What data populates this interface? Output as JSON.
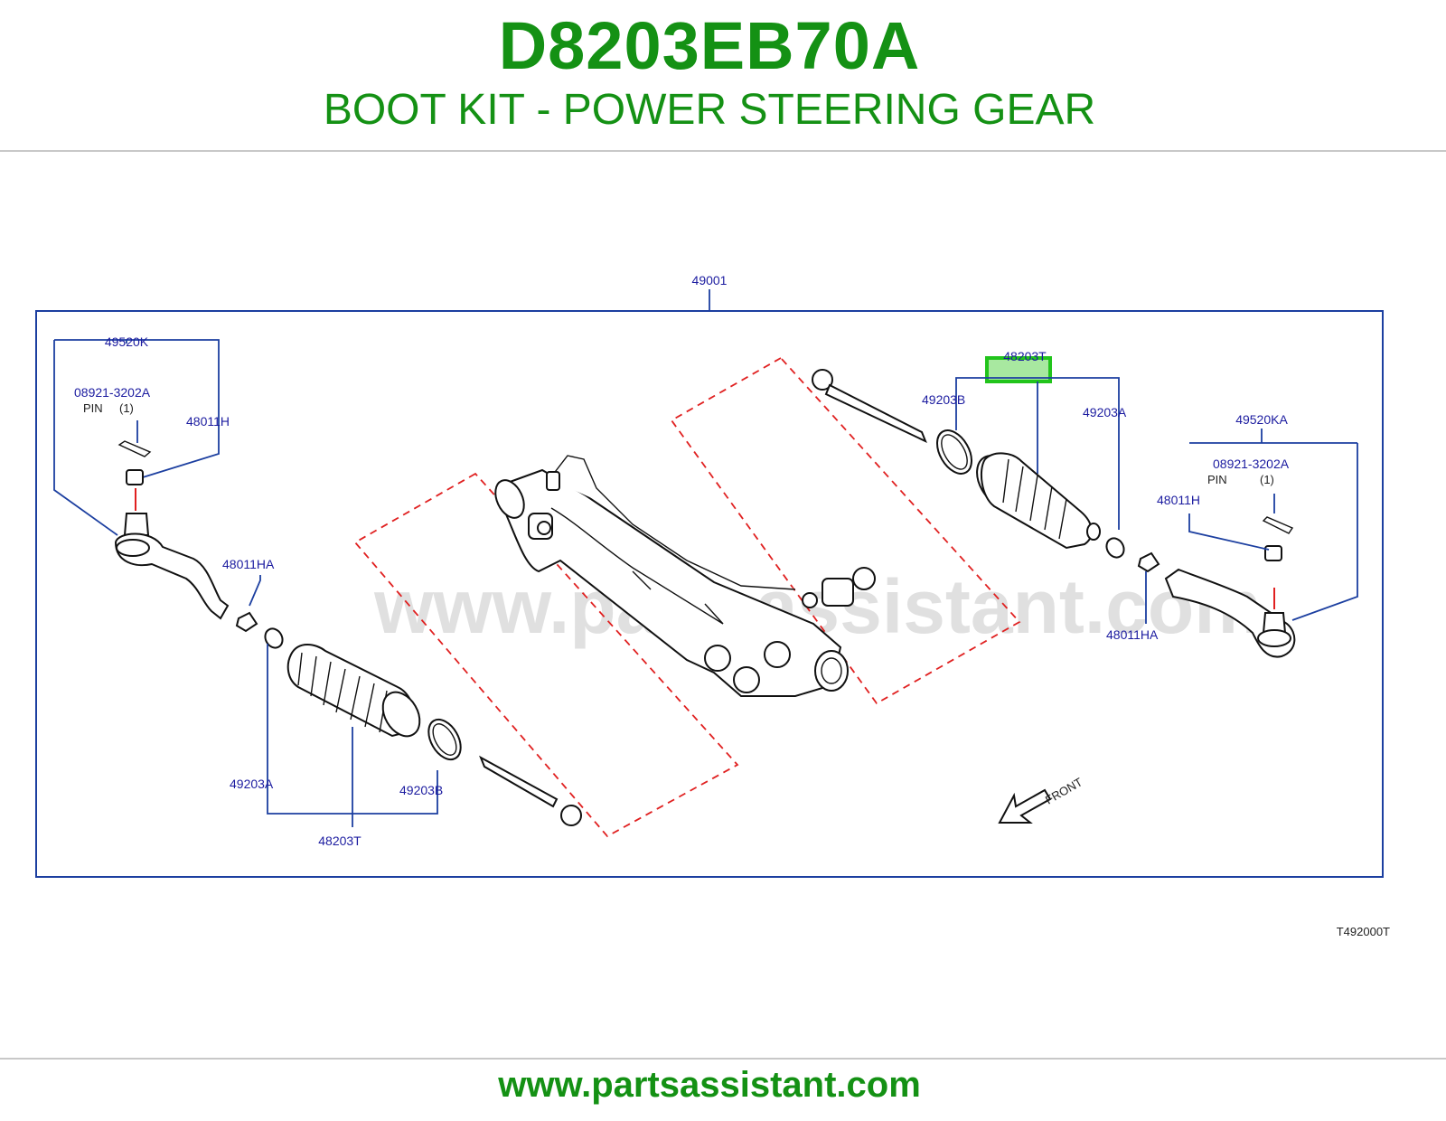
{
  "header": {
    "part_number": "D8203EB70A",
    "description": "BOOT KIT - POWER STEERING GEAR"
  },
  "diagram": {
    "watermark": "www.partsassistant.com",
    "drawing_code": "T492000T",
    "front_label": "FRONT",
    "callouts": {
      "assembly": "49001",
      "left_tie_rod_end": "49520K",
      "left_pin_part": "08921-3202A",
      "left_pin_text": "PIN",
      "left_pin_qty": "(1)",
      "left_nut": "48011H",
      "left_lock_nut": "48011HA",
      "left_clamp_a": "49203A",
      "left_boot": "48203T",
      "left_clamp_b": "49203B",
      "right_boot_highlighted": "48203T",
      "right_clamp_b": "49203B",
      "right_clamp_a": "49203A",
      "right_tie_rod_end": "49520KA",
      "right_pin_part": "08921-3202A",
      "right_pin_text": "PIN",
      "right_pin_qty": "(1)",
      "right_nut": "48011H",
      "right_lock_nut": "48011HA"
    },
    "highlight_color": "#22c41c"
  },
  "footer": {
    "url": "www.partsassistant.com"
  }
}
